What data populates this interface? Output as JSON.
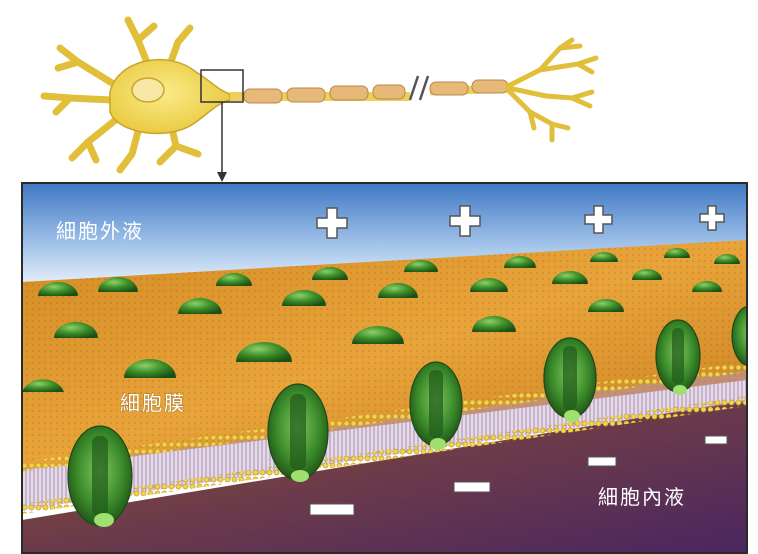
{
  "labels": {
    "extracellular": "細胞外液",
    "membrane": "細胞膜",
    "intracellular": "細胞內液"
  },
  "charges": {
    "outside": "positive",
    "inside": "negative"
  },
  "colors": {
    "neuron": "#f3dc58",
    "extracellular_fluid": "#6fa0d8",
    "membrane_surface": "#e09a2e",
    "channel_protein": "#3c8a2c",
    "phospholipid_head": "#f0d35a",
    "intracellular_fluid": "#6a2f5a"
  }
}
